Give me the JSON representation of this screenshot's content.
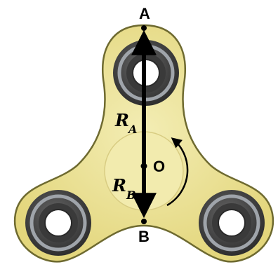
{
  "labels": {
    "point_a": "A",
    "point_b": "B",
    "center": "O",
    "radius_a": {
      "symbol": "R",
      "subscript": "A"
    },
    "radius_b": {
      "symbol": "R",
      "subscript": "B"
    }
  },
  "colors": {
    "body_fill": "#EAE092",
    "body_outline": "#6E6A30",
    "hub_fill": "#F2EBAE",
    "bearing_outer": "#4A4A4A",
    "bearing_ring": "#9FA4AA",
    "bearing_inner": "#3A3A3A",
    "hole": "#FFFFFF",
    "ink": "#000000"
  }
}
